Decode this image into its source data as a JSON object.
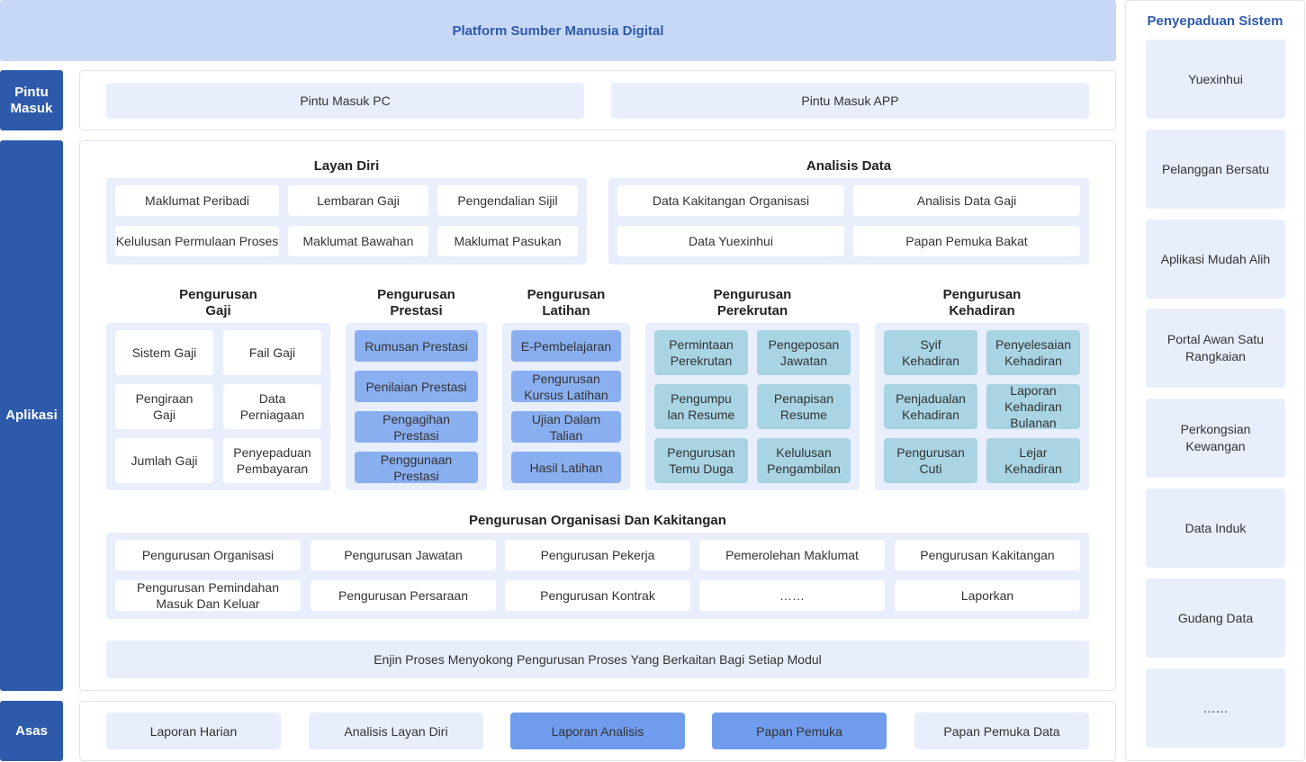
{
  "header": {
    "title": "Platform Sumber Manusia Digital"
  },
  "sidebar": {
    "entry": "Pintu Masuk",
    "apps": "Aplikasi",
    "base": "Asas"
  },
  "entry": {
    "pc": "Pintu Masuk PC",
    "app": "Pintu Masuk APP"
  },
  "self_service": {
    "title": "Layan Diri",
    "items": [
      "Maklumat Peribadi",
      "Lembaran Gaji",
      "Pengendalian Sijil",
      "Kelulusan Permulaan Proses",
      "Maklumat Bawahan",
      "Maklumat Pasukan"
    ]
  },
  "analytics": {
    "title": "Analisis Data",
    "items": [
      "Data Kakitangan Organisasi",
      "Analisis Data Gaji",
      "Data Yuexinhui",
      "Papan Pemuka Bakat"
    ]
  },
  "payroll": {
    "title": "Pengurusan\nGaji",
    "items": [
      "Sistem Gaji",
      "Fail Gaji",
      "Pengiraan\nGaji",
      "Data\nPerniagaan",
      "Jumlah Gaji",
      "Penyepaduan\nPembayaran"
    ]
  },
  "performance": {
    "title": "Pengurusan\nPrestasi",
    "items": [
      "Rumusan Prestasi",
      "Penilaian Prestasi",
      "Pengagihan\nPrestasi",
      "Penggunaan\nPrestasi"
    ]
  },
  "training": {
    "title": "Pengurusan\nLatihan",
    "items": [
      "E-Pembelajaran",
      "Pengurusan\nKursus Latihan",
      "Ujian Dalam\nTalian",
      "Hasil Latihan"
    ]
  },
  "recruitment": {
    "title": "Pengurusan\nPerekrutan",
    "items": [
      "Permintaan\nPerekrutan",
      "Pengeposan\nJawatan",
      "Pengumpu\nlan Resume",
      "Penapisan\nResume",
      "Pengurusan\nTemu Duga",
      "Kelulusan\nPengambilan"
    ]
  },
  "attendance": {
    "title": "Pengurusan\nKehadiran",
    "items": [
      "Syif\nKehadiran",
      "Penyelesaian\nKehadiran",
      "Penjadualan\nKehadiran",
      "Laporan\nKehadiran\nBulanan",
      "Pengurusan\nCuti",
      "Lejar\nKehadiran"
    ]
  },
  "org": {
    "title": "Pengurusan Organisasi Dan Kakitangan",
    "items": [
      "Pengurusan Organisasi",
      "Pengurusan Jawatan",
      "Pengurusan Pekerja",
      "Pemerolehan Maklumat",
      "Pengurusan Kakitangan",
      "Pengurusan Pemindahan\nMasuk Dan Keluar",
      "Pengurusan Persaraan",
      "Pengurusan Kontrak",
      "……",
      "Laporkan"
    ]
  },
  "engine": "Enjin Proses Menyokong Pengurusan Proses Yang Berkaitan Bagi Setiap Modul",
  "base_items": [
    "Laporan Harian",
    "Analisis Layan Diri",
    "Laporan Analisis",
    "Papan Pemuka",
    "Papan Pemuka Data"
  ],
  "integration": {
    "title": "Penyepaduan Sistem",
    "items": [
      "Yuexinhui",
      "Pelanggan Bersatu",
      "Aplikasi Mudah Alih",
      "Portal Awan Satu\nRangkaian",
      "Perkongsian\nKewangan",
      "Data Induk",
      "Gudang Data",
      "……"
    ]
  },
  "colors": {
    "header_bg": "#c7d8f6",
    "header_text": "#2d5aab",
    "sidebar": "#2d5aab",
    "panel": "#e8eefb",
    "blue_cell": "#8aaff0",
    "teal_cell": "#a9d4e3",
    "highlight_cell": "#6f9ced"
  }
}
